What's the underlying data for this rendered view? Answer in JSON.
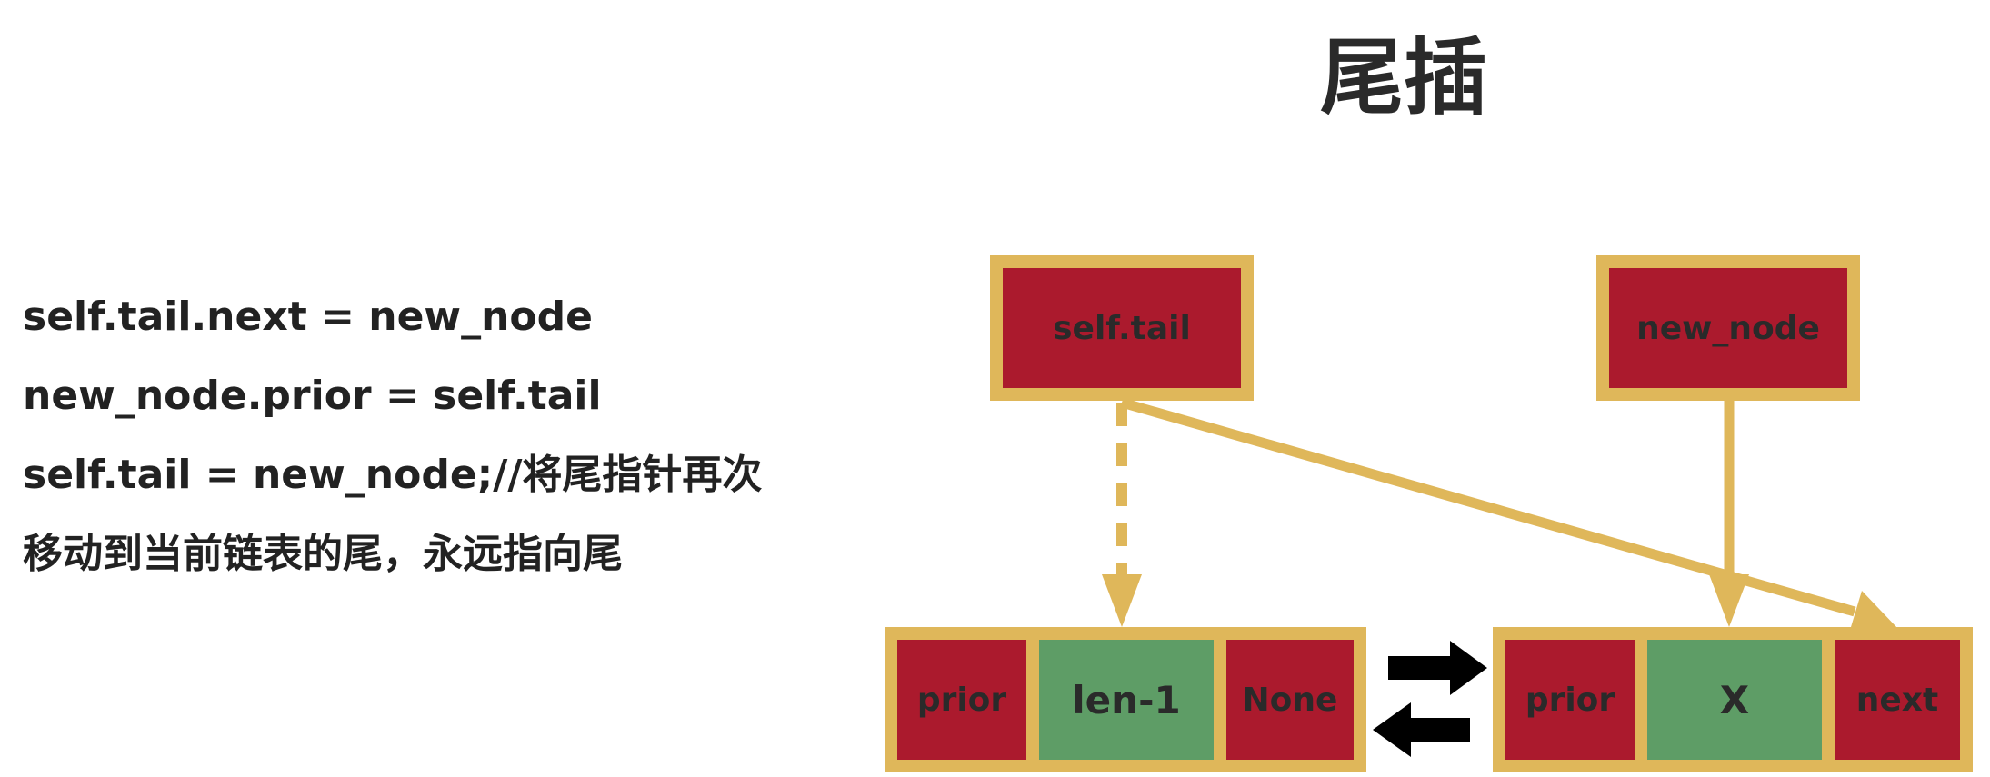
{
  "title": "尾插",
  "code_lines": [
    "self.tail.next = new_node",
    "new_node.prior = self.tail",
    "self.tail = new_node;//将尾指针再次",
    "移动到当前链表的尾，永远指向尾"
  ],
  "pointer_boxes": {
    "tail": "self.tail",
    "new": "new_node"
  },
  "left_node": {
    "prior": "prior",
    "data": "len-1",
    "next": "None"
  },
  "right_node": {
    "prior": "prior",
    "data": "X",
    "next": "next"
  },
  "colors": {
    "frame": "#dfb75a",
    "red_cell": "#ab1a2d",
    "green_cell": "#5e9d66",
    "arrow": "#dfb75a",
    "link_arrow": "#000000"
  }
}
